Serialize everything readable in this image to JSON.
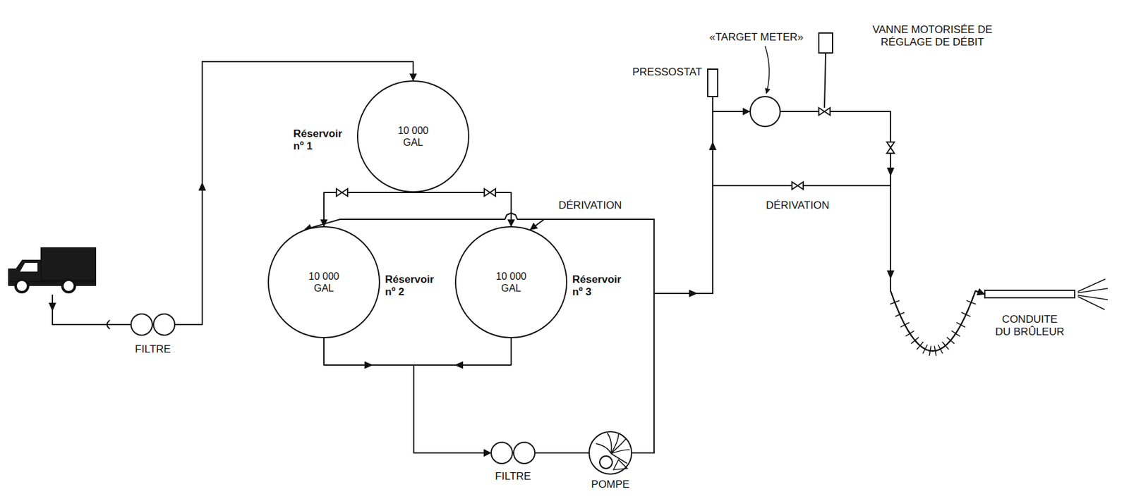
{
  "diagram": {
    "nodes": [
      {
        "text": [
          "Réservoir nº 1",
          "10 000 GAL"
        ]
      },
      {
        "text": [
          "Réservoir nº 2",
          "10 000 GAL"
        ]
      },
      {
        "text": [
          "Réservoir nº 3",
          "10 000 GAL"
        ]
      },
      {
        "text": [
          "FILTRE"
        ]
      },
      {
        "text": [
          "FILTRE"
        ]
      },
      {
        "text": [
          "POMPE"
        ]
      },
      {
        "text": [
          "PRESSOSTAT"
        ]
      },
      {
        "text": [
          "«TARGET METER»"
        ]
      },
      {
        "text": [
          "VANNE MOTORISÉE DE RÉGLAGE DE DÉBIT"
        ]
      },
      {
        "text": [
          "CONDUITE DU BRÛLEUR"
        ]
      }
    ],
    "edges": [
      {
        "from": 3,
        "to": 0,
        "arrow": "to"
      },
      {
        "from": 0,
        "to": 1,
        "arrow": "to"
      },
      {
        "from": 0,
        "to": 2,
        "arrow": "to"
      },
      {
        "from": 1,
        "to": 4,
        "arrow": "to"
      },
      {
        "from": 2,
        "to": 4,
        "arrow": "to"
      },
      {
        "from": 4,
        "to": 5,
        "arrow": "none"
      },
      {
        "from": 5,
        "to": 1,
        "arrow": "to"
      },
      {
        "from": 5,
        "to": 2,
        "arrow": "to"
      },
      {
        "from": 5,
        "to": 7,
        "arrow": "to"
      },
      {
        "from": 7,
        "to": 9,
        "arrow": "to"
      },
      {
        "from": 5,
        "to": 9,
        "label": "DÉRIVATION",
        "arrow": "to"
      }
    ],
    "labels": [
      "DÉRIVATION"
    ]
  }
}
